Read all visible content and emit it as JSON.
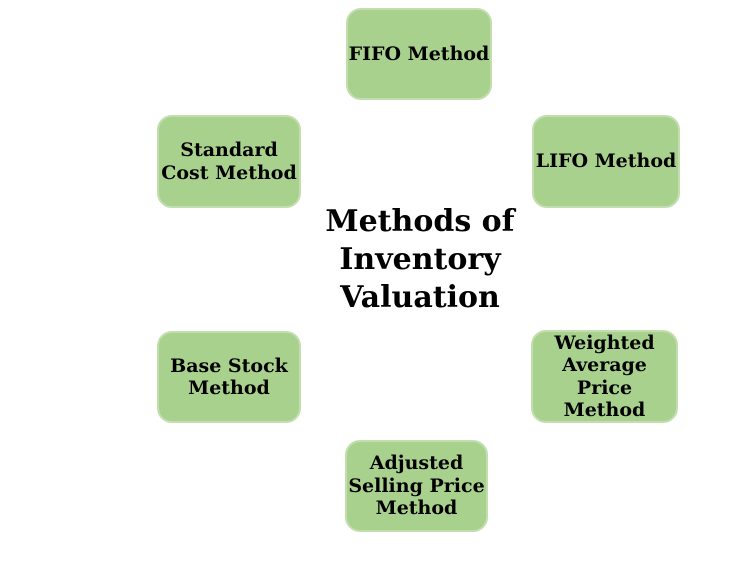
{
  "diagram": {
    "title": "Methods of\nInventory\nValuation",
    "nodes": [
      {
        "id": "fifo",
        "label": "FIFO Method"
      },
      {
        "id": "standard-cost",
        "label": "Standard\nCost Method"
      },
      {
        "id": "lifo",
        "label": "LIFO Method"
      },
      {
        "id": "base-stock",
        "label": "Base Stock\nMethod"
      },
      {
        "id": "weighted-average",
        "label": "Weighted\nAverage\nPrice\nMethod"
      },
      {
        "id": "adjusted-selling",
        "label": "Adjusted\nSelling Price\nMethod"
      }
    ],
    "colors": {
      "node_fill": "#a9d18e",
      "node_border": "#c3deae",
      "text": "#000000",
      "background": "#ffffff"
    }
  }
}
